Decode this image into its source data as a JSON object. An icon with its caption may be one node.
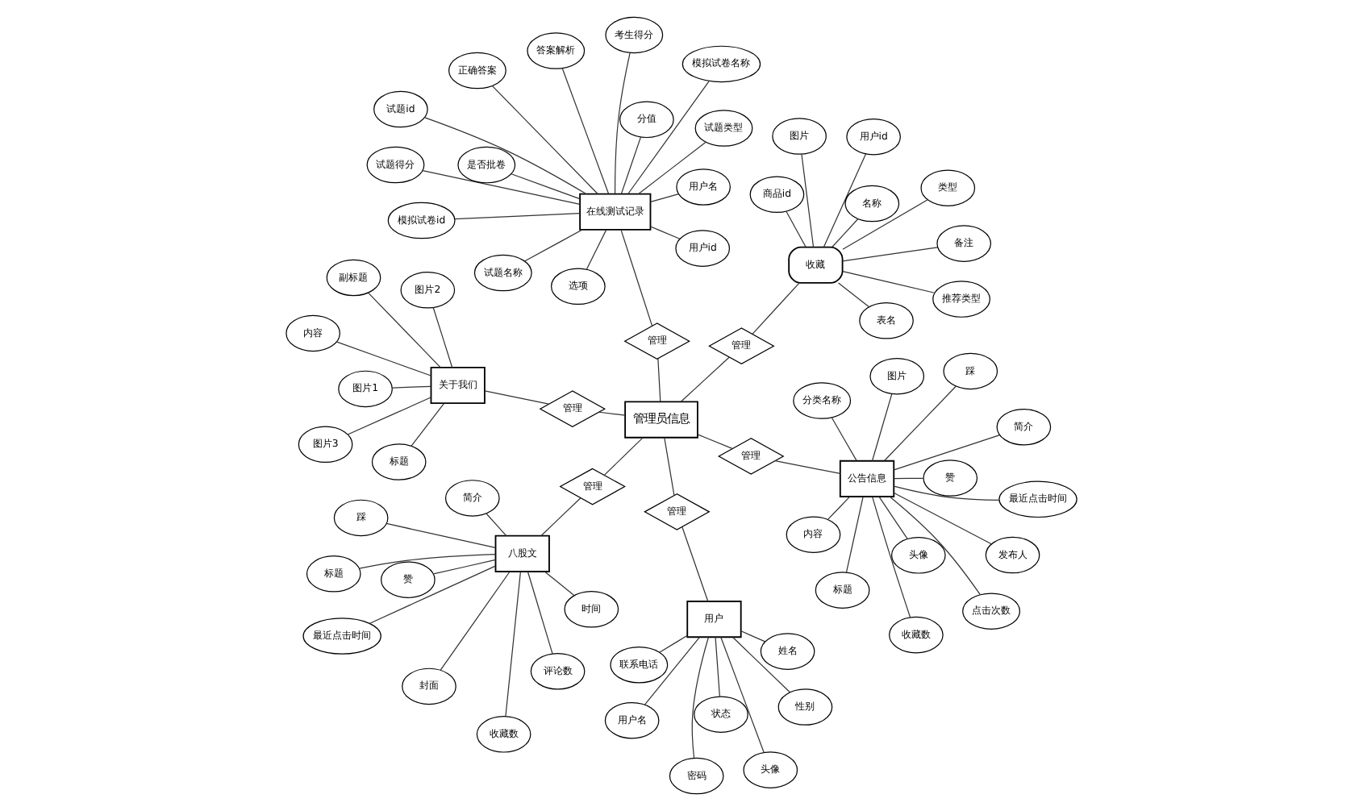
{
  "diagram": {
    "nodes": [
      {
        "text": [
          "管理员信息"
        ]
      },
      {
        "text": [
          "管理"
        ]
      },
      {
        "text": [
          "收藏"
        ]
      },
      {
        "text": [
          "用户id"
        ]
      },
      {
        "text": [
          "图片"
        ]
      },
      {
        "text": [
          "表名"
        ]
      },
      {
        "text": [
          "类型"
        ]
      },
      {
        "text": [
          "商品id"
        ]
      },
      {
        "text": [
          "推荐类型"
        ]
      },
      {
        "text": [
          "名称"
        ]
      },
      {
        "text": [
          "备注"
        ]
      },
      {
        "text": [
          "管理"
        ]
      },
      {
        "text": [
          "用户"
        ]
      },
      {
        "text": [
          "密码"
        ]
      },
      {
        "text": [
          "姓名"
        ]
      },
      {
        "text": [
          "联系电话"
        ]
      },
      {
        "text": [
          "用户名"
        ]
      },
      {
        "text": [
          "性别"
        ]
      },
      {
        "text": [
          "头像"
        ]
      },
      {
        "text": [
          "状态"
        ]
      },
      {
        "text": [
          "管理"
        ]
      },
      {
        "text": [
          "八股文"
        ]
      },
      {
        "text": [
          "标题"
        ]
      },
      {
        "text": [
          "简介"
        ]
      },
      {
        "text": [
          "封面"
        ]
      },
      {
        "text": [
          "时间"
        ]
      },
      {
        "text": [
          "赞"
        ]
      },
      {
        "text": [
          "最近点击时间"
        ]
      },
      {
        "text": [
          "踩"
        ]
      },
      {
        "text": [
          "收藏数"
        ]
      },
      {
        "text": [
          "评论数"
        ]
      },
      {
        "text": [
          "管理"
        ]
      },
      {
        "text": [
          "公告信息"
        ]
      },
      {
        "text": [
          "收藏数"
        ]
      },
      {
        "text": [
          "图片"
        ]
      },
      {
        "text": [
          "内容"
        ]
      },
      {
        "text": [
          "头像"
        ]
      },
      {
        "text": [
          "最近点击时间"
        ]
      },
      {
        "text": [
          "发布人"
        ]
      },
      {
        "text": [
          "分类名称"
        ]
      },
      {
        "text": [
          "赞"
        ]
      },
      {
        "text": [
          "点击次数"
        ]
      },
      {
        "text": [
          "标题"
        ]
      },
      {
        "text": [
          "踩"
        ]
      },
      {
        "text": [
          "简介"
        ]
      },
      {
        "text": [
          "管理"
        ]
      },
      {
        "text": [
          "关于我们"
        ]
      },
      {
        "text": [
          "副标题"
        ]
      },
      {
        "text": [
          "标题"
        ]
      },
      {
        "text": [
          "图片2"
        ]
      },
      {
        "text": [
          "图片3"
        ]
      },
      {
        "text": [
          "内容"
        ]
      },
      {
        "text": [
          "图片1"
        ]
      },
      {
        "text": [
          "管理"
        ]
      },
      {
        "text": [
          "在线测试记录"
        ]
      },
      {
        "text": [
          "用户id"
        ]
      },
      {
        "text": [
          "模拟试卷名称"
        ]
      },
      {
        "text": [
          "用户名"
        ]
      },
      {
        "text": [
          "试题得分"
        ]
      },
      {
        "text": [
          "模拟试卷id"
        ]
      },
      {
        "text": [
          "考生得分"
        ]
      },
      {
        "text": [
          "试题id"
        ]
      },
      {
        "text": [
          "试题类型"
        ]
      },
      {
        "text": [
          "正确答案"
        ]
      },
      {
        "text": [
          "答案解析"
        ]
      },
      {
        "text": [
          "选项"
        ]
      },
      {
        "text": [
          "分值"
        ]
      },
      {
        "text": [
          "试题名称"
        ]
      },
      {
        "text": [
          "是否批卷"
        ]
      }
    ],
    "edges": [
      {
        "from": 0,
        "to": 1,
        "arrow": "none"
      },
      {
        "from": 1,
        "to": 2,
        "arrow": "none"
      },
      {
        "from": 2,
        "to": 3,
        "arrow": "none"
      },
      {
        "from": 2,
        "to": 4,
        "arrow": "none"
      },
      {
        "from": 2,
        "to": 5,
        "arrow": "none"
      },
      {
        "from": 2,
        "to": 6,
        "arrow": "none"
      },
      {
        "from": 2,
        "to": 7,
        "arrow": "none"
      },
      {
        "from": 2,
        "to": 8,
        "arrow": "none"
      },
      {
        "from": 2,
        "to": 9,
        "arrow": "none"
      },
      {
        "from": 2,
        "to": 10,
        "arrow": "none"
      },
      {
        "from": 0,
        "to": 11,
        "arrow": "none"
      },
      {
        "from": 11,
        "to": 12,
        "arrow": "none"
      },
      {
        "from": 12,
        "to": 13,
        "arrow": "none"
      },
      {
        "from": 12,
        "to": 14,
        "arrow": "none"
      },
      {
        "from": 12,
        "to": 15,
        "arrow": "none"
      },
      {
        "from": 12,
        "to": 16,
        "arrow": "none"
      },
      {
        "from": 12,
        "to": 17,
        "arrow": "none"
      },
      {
        "from": 12,
        "to": 18,
        "arrow": "none"
      },
      {
        "from": 12,
        "to": 19,
        "arrow": "none"
      },
      {
        "from": 0,
        "to": 20,
        "arrow": "none"
      },
      {
        "from": 20,
        "to": 21,
        "arrow": "none"
      },
      {
        "from": 21,
        "to": 22,
        "arrow": "none"
      },
      {
        "from": 21,
        "to": 23,
        "arrow": "none"
      },
      {
        "from": 21,
        "to": 24,
        "arrow": "none"
      },
      {
        "from": 21,
        "to": 25,
        "arrow": "none"
      },
      {
        "from": 21,
        "to": 26,
        "arrow": "none"
      },
      {
        "from": 21,
        "to": 27,
        "arrow": "none"
      },
      {
        "from": 21,
        "to": 28,
        "arrow": "none"
      },
      {
        "from": 21,
        "to": 29,
        "arrow": "none"
      },
      {
        "from": 21,
        "to": 30,
        "arrow": "none"
      },
      {
        "from": 0,
        "to": 31,
        "arrow": "none"
      },
      {
        "from": 31,
        "to": 32,
        "arrow": "none"
      },
      {
        "from": 32,
        "to": 33,
        "arrow": "none"
      },
      {
        "from": 32,
        "to": 34,
        "arrow": "none"
      },
      {
        "from": 32,
        "to": 35,
        "arrow": "none"
      },
      {
        "from": 32,
        "to": 36,
        "arrow": "none"
      },
      {
        "from": 32,
        "to": 37,
        "arrow": "none"
      },
      {
        "from": 32,
        "to": 38,
        "arrow": "none"
      },
      {
        "from": 32,
        "to": 39,
        "arrow": "none"
      },
      {
        "from": 32,
        "to": 40,
        "arrow": "none"
      },
      {
        "from": 32,
        "to": 41,
        "arrow": "none"
      },
      {
        "from": 32,
        "to": 42,
        "arrow": "none"
      },
      {
        "from": 32,
        "to": 43,
        "arrow": "none"
      },
      {
        "from": 32,
        "to": 44,
        "arrow": "none"
      },
      {
        "from": 0,
        "to": 45,
        "arrow": "none"
      },
      {
        "from": 45,
        "to": 46,
        "arrow": "none"
      },
      {
        "from": 46,
        "to": 47,
        "arrow": "none"
      },
      {
        "from": 46,
        "to": 48,
        "arrow": "none"
      },
      {
        "from": 46,
        "to": 49,
        "arrow": "none"
      },
      {
        "from": 46,
        "to": 50,
        "arrow": "none"
      },
      {
        "from": 46,
        "to": 51,
        "arrow": "none"
      },
      {
        "from": 46,
        "to": 52,
        "arrow": "none"
      },
      {
        "from": 0,
        "to": 53,
        "arrow": "none"
      },
      {
        "from": 53,
        "to": 54,
        "arrow": "none"
      },
      {
        "from": 54,
        "to": 55,
        "arrow": "none"
      },
      {
        "from": 54,
        "to": 56,
        "arrow": "none"
      },
      {
        "from": 54,
        "to": 57,
        "arrow": "none"
      },
      {
        "from": 54,
        "to": 58,
        "arrow": "none"
      },
      {
        "from": 54,
        "to": 59,
        "arrow": "none"
      },
      {
        "from": 54,
        "to": 60,
        "arrow": "none"
      },
      {
        "from": 54,
        "to": 61,
        "arrow": "none"
      },
      {
        "from": 54,
        "to": 62,
        "arrow": "none"
      },
      {
        "from": 54,
        "to": 63,
        "arrow": "none"
      },
      {
        "from": 54,
        "to": 64,
        "arrow": "none"
      },
      {
        "from": 54,
        "to": 65,
        "arrow": "none"
      },
      {
        "from": 54,
        "to": 66,
        "arrow": "none"
      },
      {
        "from": 54,
        "to": 67,
        "arrow": "none"
      },
      {
        "from": 54,
        "to": 68,
        "arrow": "none"
      }
    ]
  }
}
